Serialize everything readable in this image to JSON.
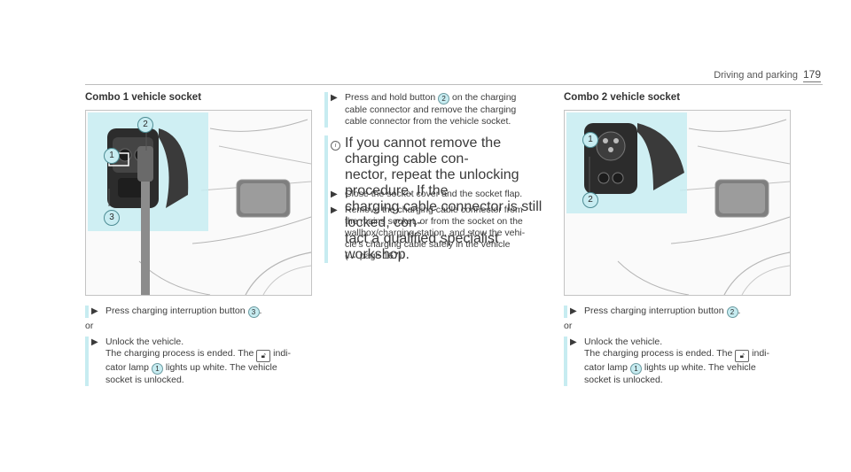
{
  "header": {
    "section": "Driving and parking",
    "page": "179"
  },
  "left": {
    "title": "Combo 1 vehicle socket",
    "callouts": [
      "2",
      "1",
      "3"
    ],
    "step1": {
      "pre": "Press ",
      "em": "charging",
      "post": " interruption button ",
      "ref": "3",
      "end": "."
    },
    "or": "or",
    "step2": {
      "line1": "Unlock the vehicle.",
      "line2a": "The charging process is ended. The ",
      "line2b": " indi-",
      "line3a": "cator lamp ",
      "ref": "1",
      "line3b": " lights up white. The vehicle",
      "line4": "socket is unlocked."
    }
  },
  "middle": {
    "step1": {
      "a": "Press and hold button ",
      "ref": "2",
      "b": " on the charging",
      "c": "cable connector and remove the charging",
      "d": "cable connector from the vehicle socket."
    },
    "note": [
      "If you cannot remove the charging cable con-",
      "nector, repeat the unlocking procedure. If the",
      "charging cable connector is still locked, con-",
      "tact a qualified specialist workshop."
    ],
    "step2": "Close the socket cover and the socket flap.",
    "step3": [
      "Remove the charging cable connector from",
      "the mains socket, or from the socket on the",
      "wallbox/charging station, and stow the vehi-",
      "cle's charging cable safely in the vehicle"
    ],
    "step3ref": "(→ page 167)."
  },
  "right": {
    "title": "Combo 2 vehicle socket",
    "callouts": [
      "1",
      "2"
    ],
    "step1": {
      "pre": "Press charging interruption button ",
      "ref": "2",
      "end": "."
    },
    "or": "or",
    "step2": {
      "line1": "Unlock the vehicle.",
      "line2a": "The charging process is ended. The ",
      "line2b": " indi-",
      "line3a": "cator lamp ",
      "ref": "1",
      "line3b": " lights up white. The vehicle",
      "line4": "socket is unlocked."
    }
  },
  "icons": {
    "unlock": "unlock-icon",
    "arrow": "triangle-right-icon",
    "info": "info-icon"
  },
  "colors": {
    "highlight": "#c7ecf1",
    "callout": "#c7ecf1"
  }
}
